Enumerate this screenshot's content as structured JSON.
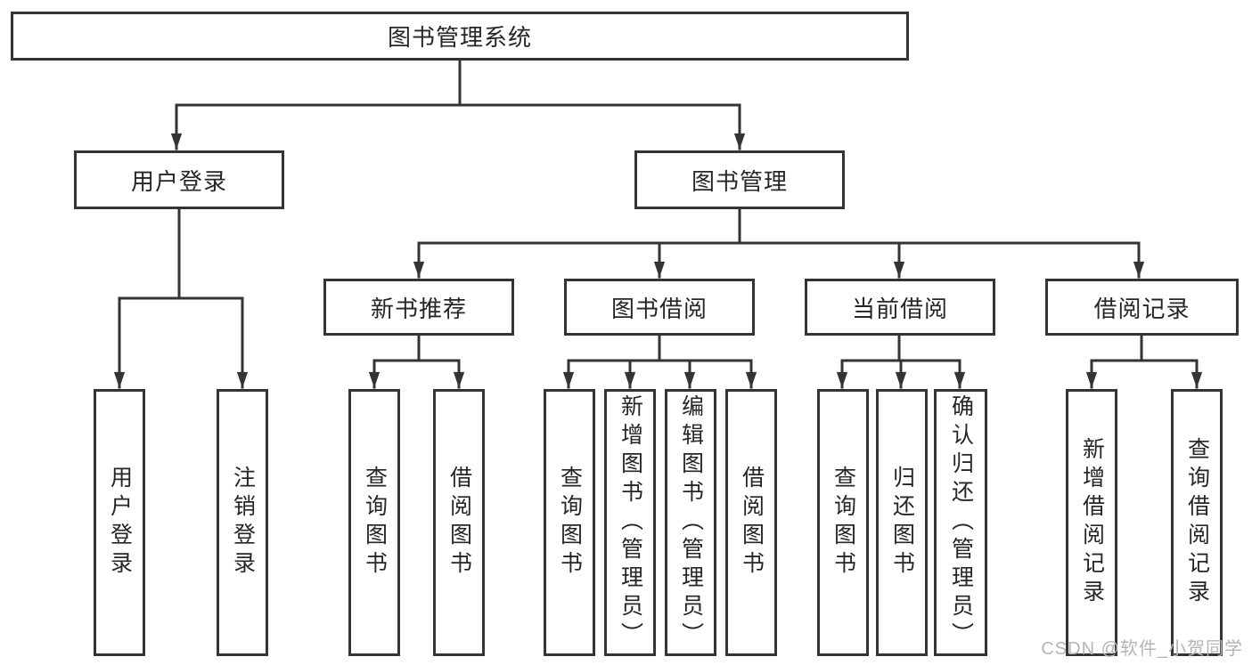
{
  "tree": {
    "label": "图书管理系统",
    "children": [
      {
        "label": "用户登录",
        "children": [
          {
            "label": "用户登录"
          },
          {
            "label": "注销登录"
          }
        ]
      },
      {
        "label": "图书管理",
        "children": [
          {
            "label": "新书推荐",
            "children": [
              {
                "label": "查询图书"
              },
              {
                "label": "借阅图书"
              }
            ]
          },
          {
            "label": "图书借阅",
            "children": [
              {
                "label": "查询图书"
              },
              {
                "label": "新增图书（管理员）"
              },
              {
                "label": "编辑图书（管理员）"
              },
              {
                "label": "借阅图书"
              }
            ]
          },
          {
            "label": "当前借阅",
            "children": [
              {
                "label": "查询图书"
              },
              {
                "label": "归还图书"
              },
              {
                "label": "确认归还（管理员）"
              }
            ]
          },
          {
            "label": "借阅记录",
            "children": [
              {
                "label": "新增借阅记录"
              },
              {
                "label": "查询借阅记录"
              }
            ]
          }
        ]
      }
    ]
  },
  "watermark": {
    "text": "CSDN @软件_小贺同学"
  },
  "colors": {
    "line": "#343434",
    "box_border": "#343434",
    "text": "#262626",
    "watermark": "#b5b5b5",
    "background": "#ffffff"
  }
}
